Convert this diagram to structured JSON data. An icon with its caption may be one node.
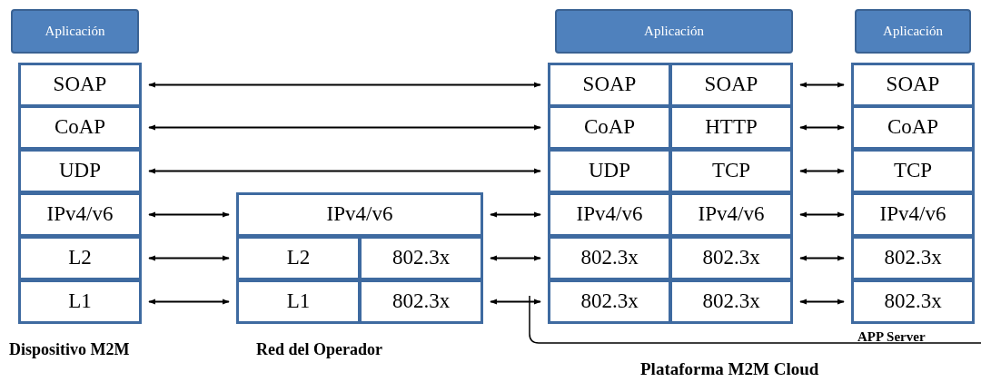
{
  "diagram": {
    "nodes": [
      {
        "text": [
          "Aplicación"
        ]
      },
      {
        "text": [
          "SOAP"
        ]
      },
      {
        "text": [
          "CoAP"
        ]
      },
      {
        "text": [
          "UDP"
        ]
      },
      {
        "text": [
          "IPv4/v6"
        ]
      },
      {
        "text": [
          "L2"
        ]
      },
      {
        "text": [
          "L1"
        ]
      },
      {
        "text": [
          "IPv4/v6"
        ]
      },
      {
        "text": [
          "L2"
        ]
      },
      {
        "text": [
          "802.3x"
        ]
      },
      {
        "text": [
          "L1"
        ]
      },
      {
        "text": [
          "802.3x"
        ]
      },
      {
        "text": [
          "Aplicación"
        ]
      },
      {
        "text": [
          "SOAP"
        ]
      },
      {
        "text": [
          "SOAP"
        ]
      },
      {
        "text": [
          "CoAP"
        ]
      },
      {
        "text": [
          "HTTP"
        ]
      },
      {
        "text": [
          "UDP"
        ]
      },
      {
        "text": [
          "TCP"
        ]
      },
      {
        "text": [
          "IPv4/v6"
        ]
      },
      {
        "text": [
          "IPv4/v6"
        ]
      },
      {
        "text": [
          "802.3x"
        ]
      },
      {
        "text": [
          "802.3x"
        ]
      },
      {
        "text": [
          "802.3x"
        ]
      },
      {
        "text": [
          "802.3x"
        ]
      },
      {
        "text": [
          "Aplicación"
        ]
      },
      {
        "text": [
          "SOAP"
        ]
      },
      {
        "text": [
          "CoAP"
        ]
      },
      {
        "text": [
          "TCP"
        ]
      },
      {
        "text": [
          "IPv4/v6"
        ]
      },
      {
        "text": [
          "802.3x"
        ]
      },
      {
        "text": [
          "802.3x"
        ]
      }
    ],
    "edges": [
      {
        "from": 1,
        "to": 13,
        "arrow": "both"
      },
      {
        "from": 2,
        "to": 15,
        "arrow": "both"
      },
      {
        "from": 3,
        "to": 17,
        "arrow": "both"
      },
      {
        "from": 4,
        "to": 7,
        "arrow": "both"
      },
      {
        "from": 5,
        "to": 8,
        "arrow": "both"
      },
      {
        "from": 6,
        "to": 10,
        "arrow": "both"
      },
      {
        "from": 7,
        "to": 19,
        "arrow": "both"
      },
      {
        "from": 9,
        "to": 21,
        "arrow": "both"
      },
      {
        "from": 11,
        "to": 23,
        "arrow": "both"
      },
      {
        "from": 14,
        "to": 26,
        "arrow": "both"
      },
      {
        "from": 16,
        "to": 27,
        "arrow": "both"
      },
      {
        "from": 18,
        "to": 28,
        "arrow": "both"
      },
      {
        "from": 20,
        "to": 29,
        "arrow": "both"
      },
      {
        "from": 22,
        "to": 30,
        "arrow": "both"
      },
      {
        "from": 24,
        "to": 31,
        "arrow": "both"
      }
    ],
    "labels": [
      "Dispositivo M2M",
      "Red del Operador",
      "APP Server",
      "Plataforma M2M Cloud"
    ]
  }
}
